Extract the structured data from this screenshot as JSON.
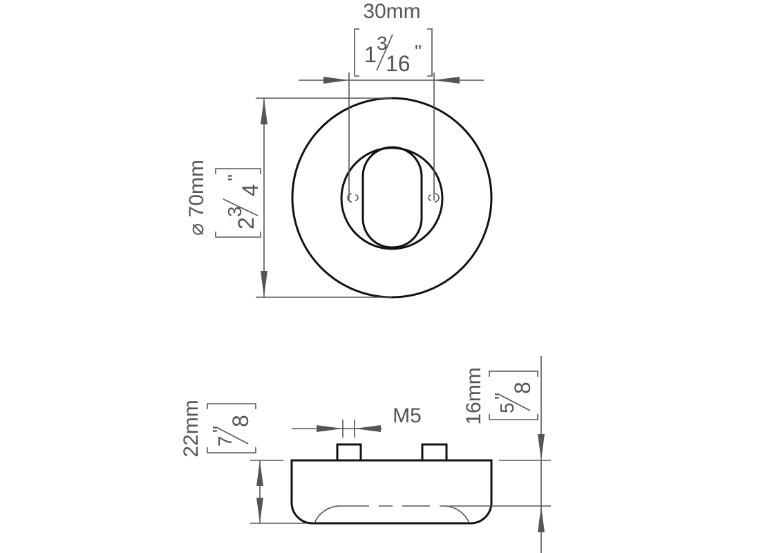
{
  "top_view": {
    "width_dim": {
      "metric": "30mm",
      "whole": "1",
      "num": "3",
      "den": "16",
      "unit": "\""
    },
    "diameter_dim": {
      "symbol": "⌀",
      "metric": "70mm",
      "whole": "2",
      "num": "3",
      "den": "4",
      "unit": "\""
    }
  },
  "side_view": {
    "height_dim": {
      "metric": "22mm",
      "num": "7",
      "den": "8",
      "unit": "\""
    },
    "depth_dim": {
      "metric": "16mm",
      "num": "5",
      "den": "8",
      "unit": "\""
    },
    "thread_label": "M5"
  }
}
